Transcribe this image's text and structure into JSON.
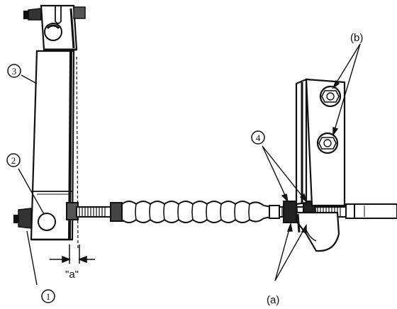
{
  "callouts": {
    "c1": "1",
    "c2": "2",
    "c3": "3",
    "c4": "4"
  },
  "letters": {
    "a": "(a)",
    "b": "(b)"
  },
  "dimension": "\"a\"",
  "colors": {
    "ink": "#111111",
    "paper": "#ffffff"
  }
}
